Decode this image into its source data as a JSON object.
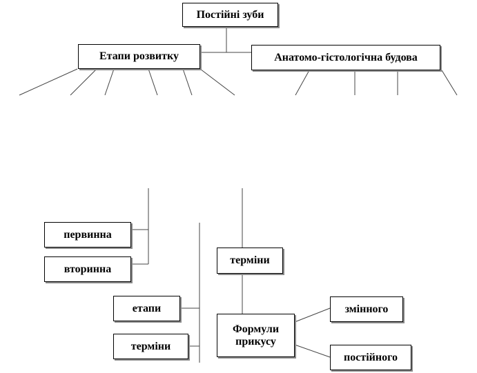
{
  "diagram": {
    "root": "Постійні зуби",
    "branch_left": "Етапи розвитку",
    "branch_right": "Анатомо-гістологічна будова",
    "primary": "первинна",
    "secondary": "вторинна",
    "stages": "етапи",
    "terms_left": "терміни",
    "terms_right": "терміни",
    "formula": "Формули прикусу",
    "changeable": "змінного",
    "permanent": "постійного"
  }
}
